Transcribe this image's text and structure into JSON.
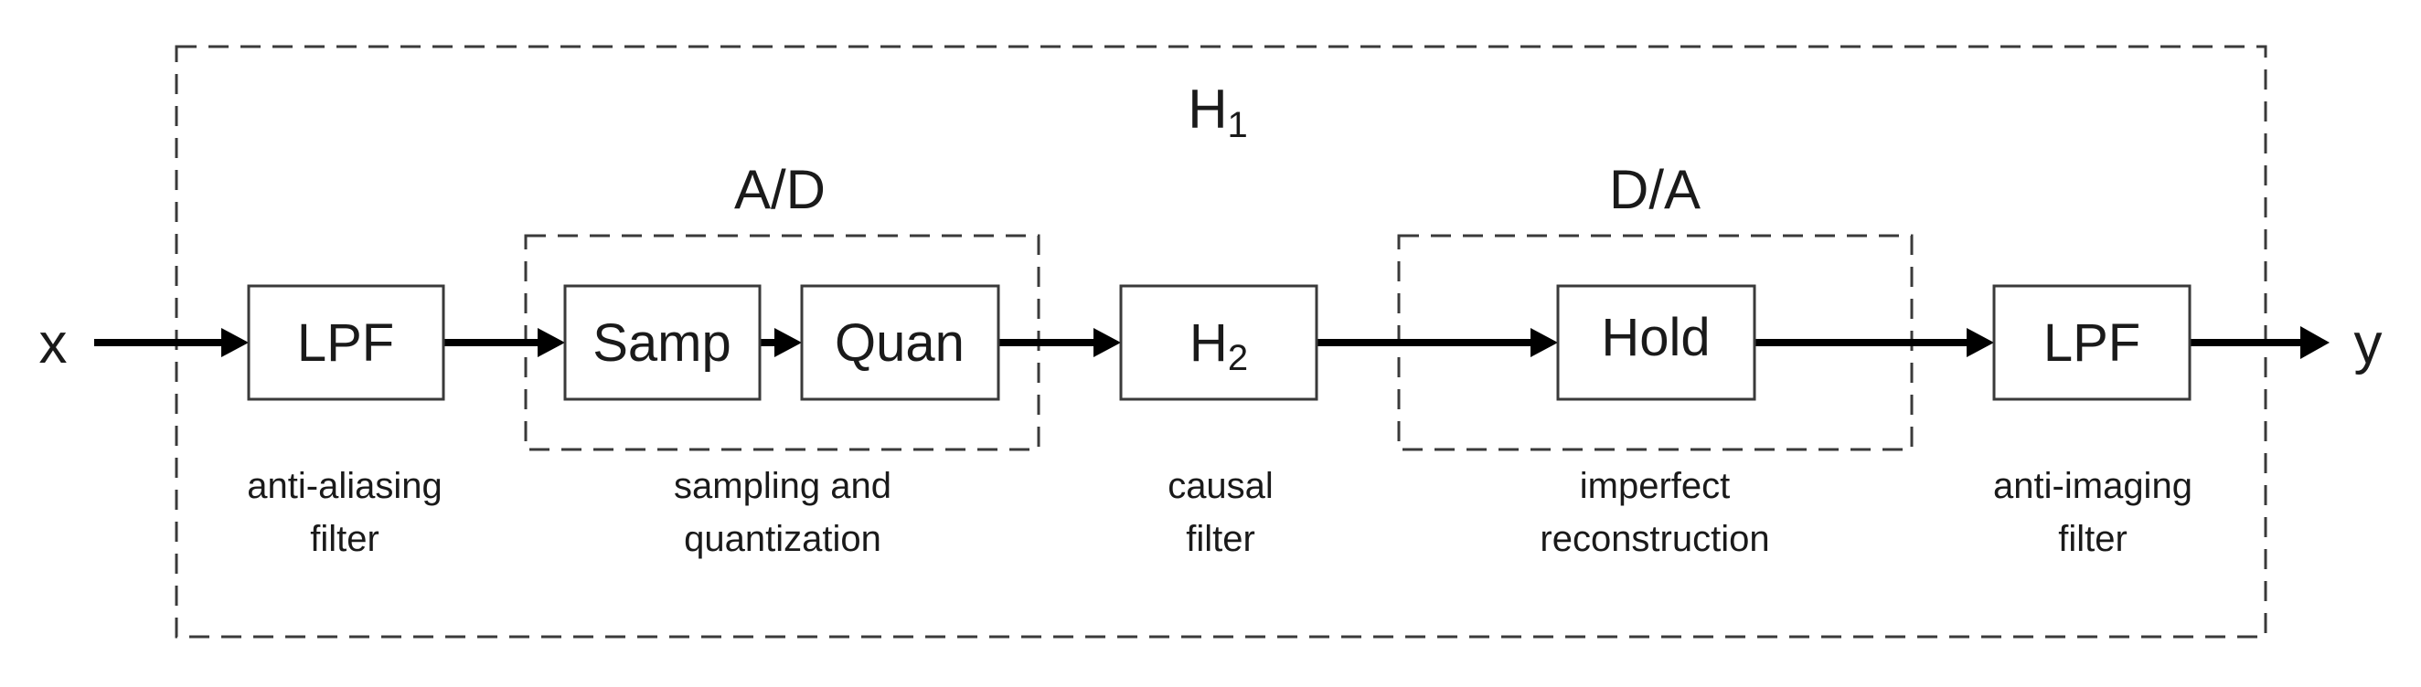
{
  "title": {
    "main": "H",
    "sub": "1"
  },
  "input_label": "x",
  "output_label": "y",
  "groups": {
    "ad": "A/D",
    "da": "D/A"
  },
  "blocks": {
    "lpf_in": {
      "label": "LPF",
      "caption": [
        "anti-aliasing",
        "filter"
      ]
    },
    "samp": {
      "label": "Samp"
    },
    "quan": {
      "label": "Quan"
    },
    "ad_caption": [
      "sampling and",
      "quantization"
    ],
    "h2": {
      "main": "H",
      "sub": "2",
      "caption": [
        "causal",
        "filter"
      ]
    },
    "hold": {
      "label": "Hold"
    },
    "da_caption": [
      "imperfect",
      "reconstruction"
    ],
    "lpf_out": {
      "label": "LPF",
      "caption": [
        "anti-imaging",
        "filter"
      ]
    }
  },
  "colors": {
    "stroke": "#3a3a3a",
    "wire": "#000000",
    "text": "#1a1a1a",
    "background": "#ffffff"
  }
}
